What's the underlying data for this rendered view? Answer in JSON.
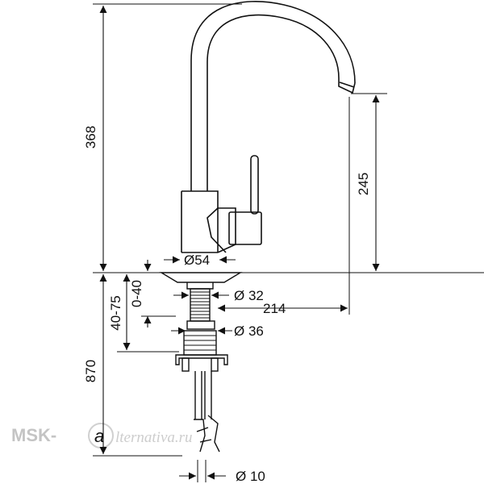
{
  "dimensions": {
    "total_height": "368",
    "spout_height": "245",
    "base_diameter": "Ø54",
    "hole_diameter": "Ø 32",
    "max_hole_range": "Ø 36",
    "reach": "214",
    "counter_thickness": "0-40",
    "shank_length": "40-75",
    "hose_length": "870",
    "hose_diameter": "Ø 10"
  },
  "watermark": {
    "brand": "MSK-",
    "domain": "lternativa.ru"
  }
}
